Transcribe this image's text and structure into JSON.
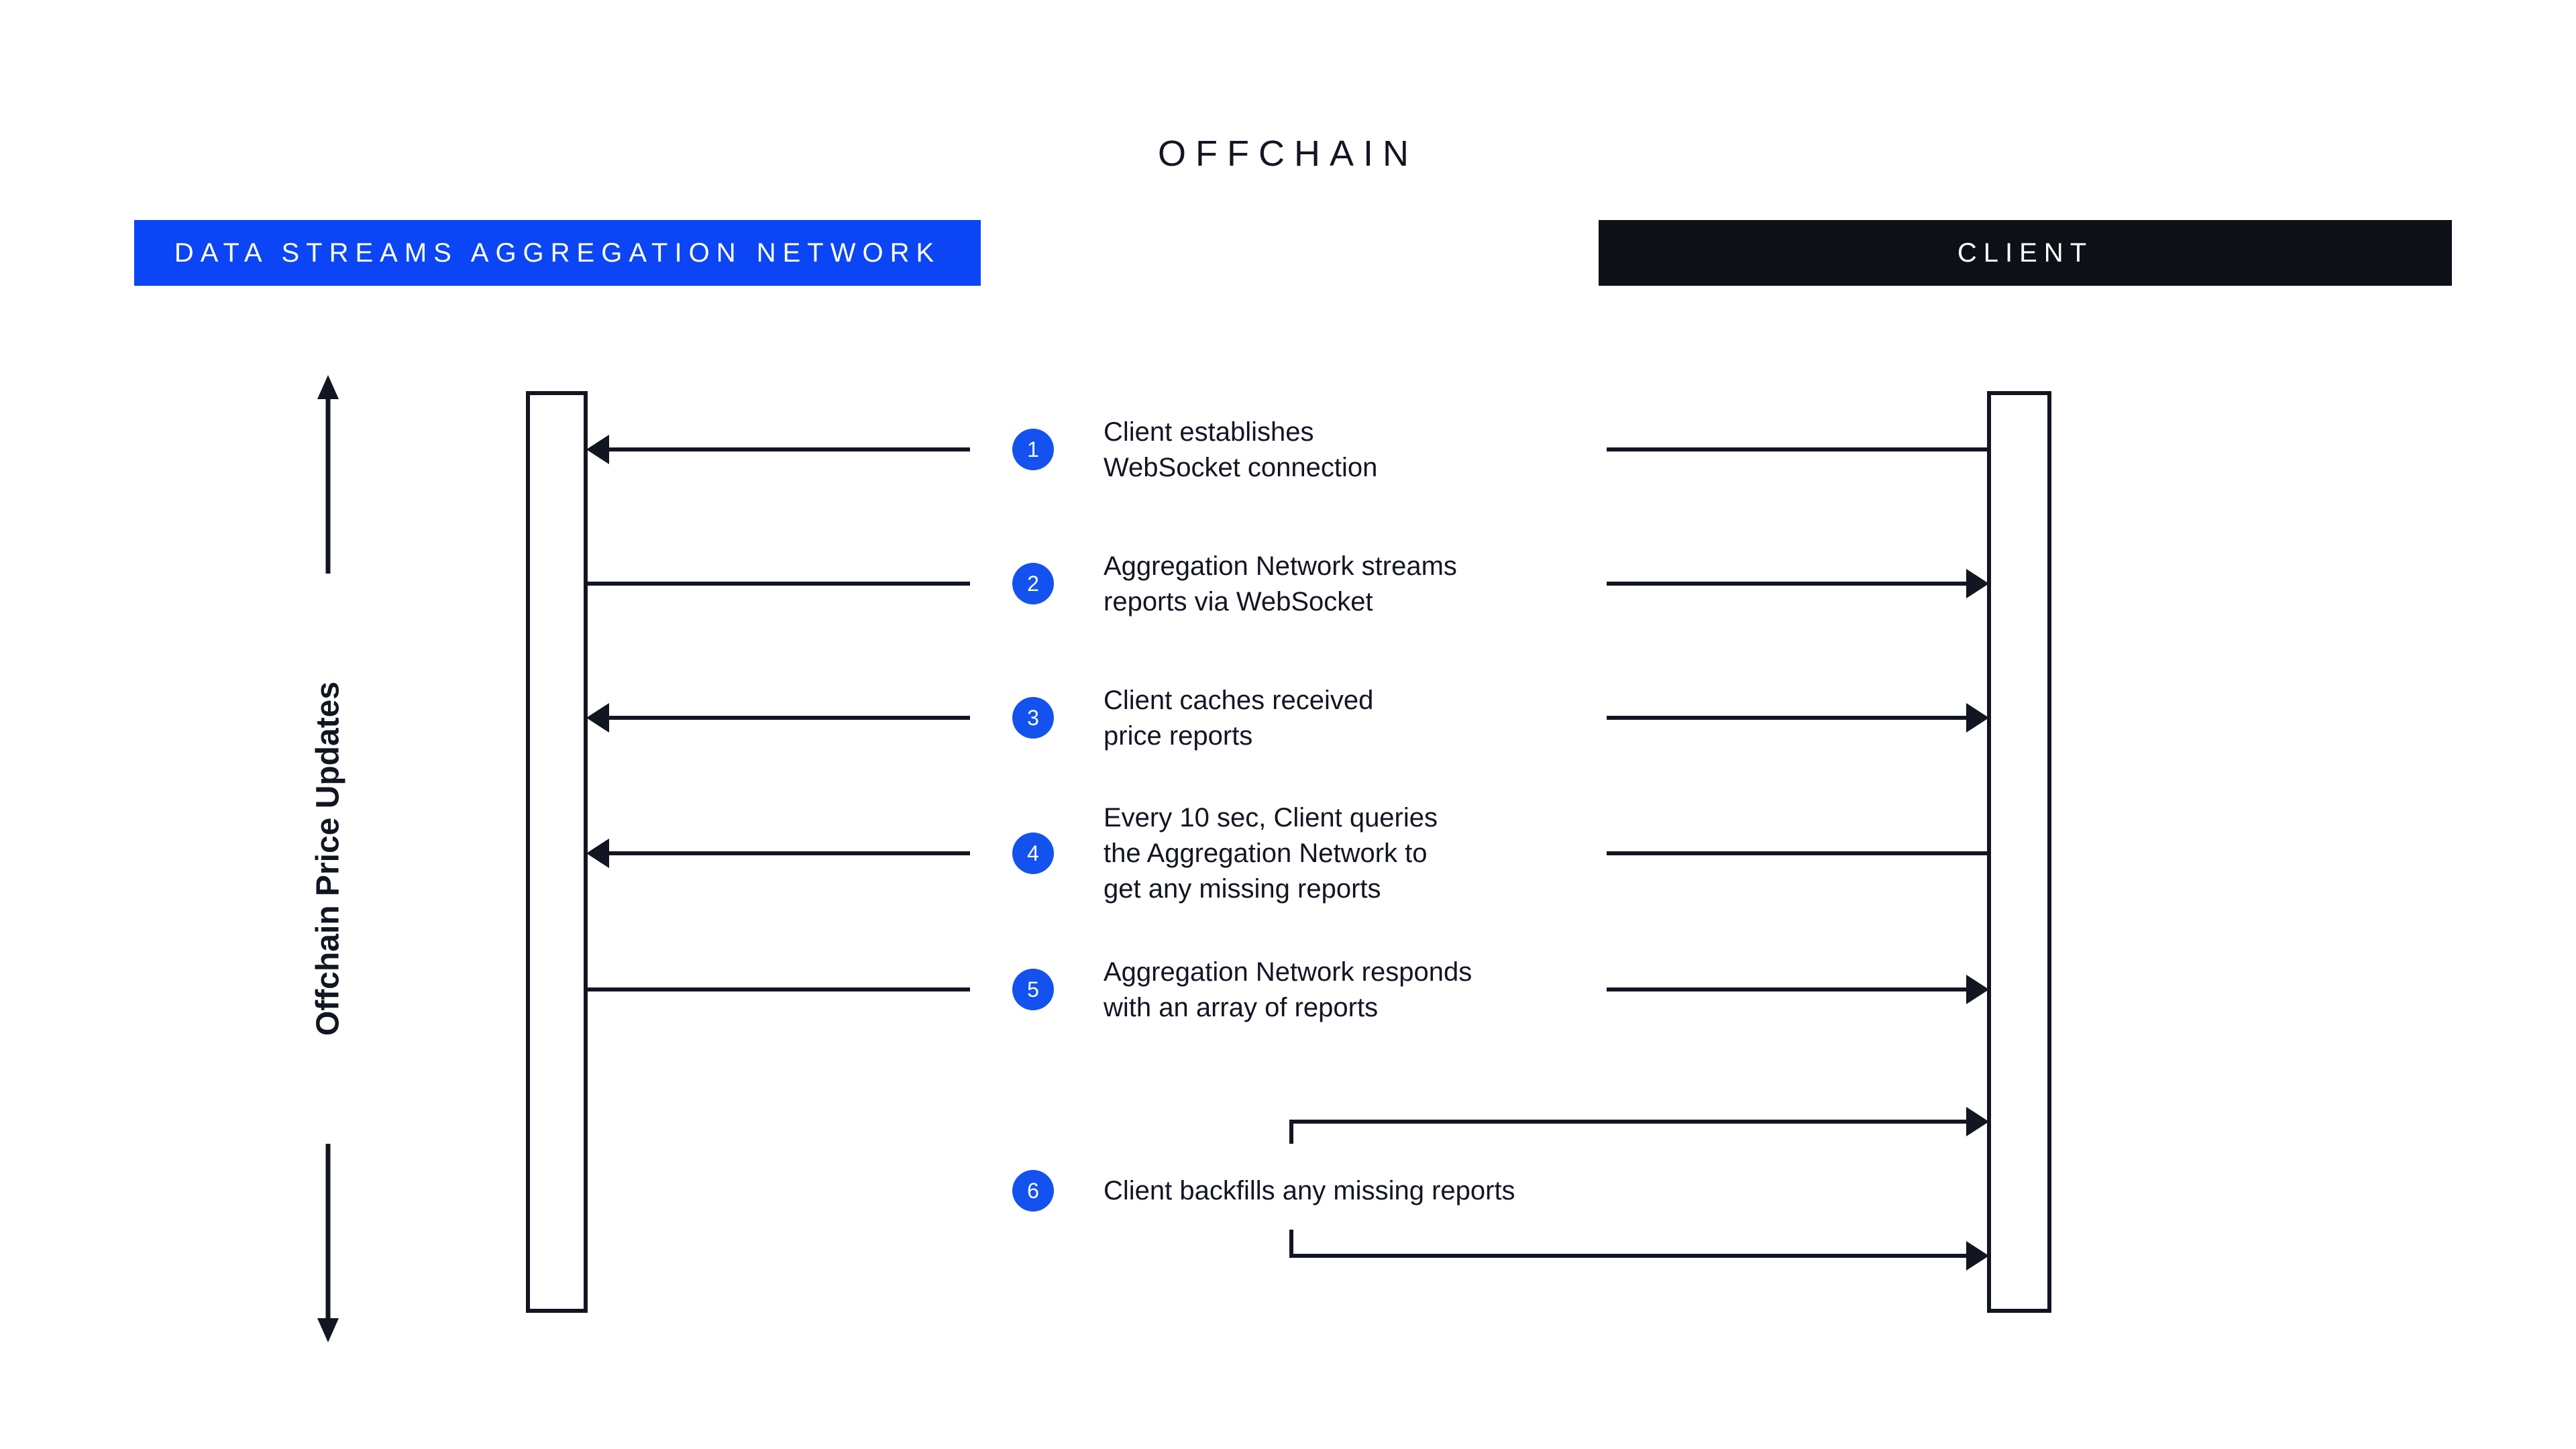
{
  "diagram": {
    "title": "OFFCHAIN",
    "axis_label": "Offchain Price Updates",
    "colors": {
      "accent_blue": "#0B45F5",
      "badge_blue": "#1452F0",
      "dark": "#0D1117",
      "line": "#121622",
      "background": "#FFFFFF"
    }
  },
  "lanes": [
    {
      "id": "network",
      "label": "DATA STREAMS AGGREGATION NETWORK",
      "bar_color": "#0B45F5"
    },
    {
      "id": "client",
      "label": "CLIENT",
      "bar_color": "#0D1117"
    }
  ],
  "steps": [
    {
      "number": "1",
      "text": "Client establishes\nWebSocket connection",
      "direction": "client-to-network"
    },
    {
      "number": "2",
      "text": "Aggregation Network streams\nreports via WebSocket",
      "direction": "network-to-client"
    },
    {
      "number": "3",
      "text": "Client caches received\nprice reports",
      "direction": "network-to-client"
    },
    {
      "number": "4",
      "text": "Every 10 sec, Client queries\nthe Aggregation Network to\nget any missing reports",
      "direction": "client-to-network"
    },
    {
      "number": "5",
      "text": "Aggregation Network responds\nwith an array of reports",
      "direction": "network-to-client"
    },
    {
      "number": "6",
      "text": "Client backfills any missing reports",
      "direction": "client-self"
    }
  ]
}
